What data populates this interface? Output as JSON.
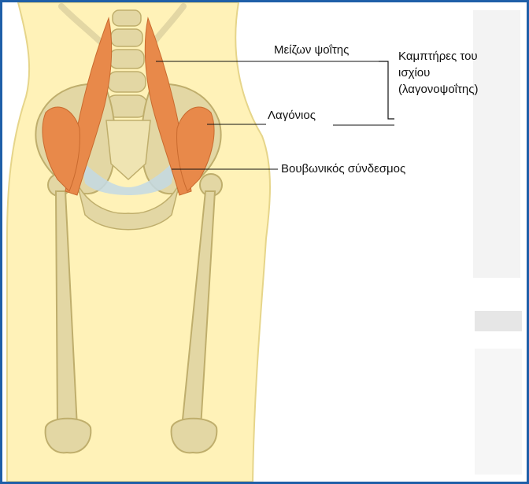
{
  "labels": {
    "psoas_major": "Μείζων ψοΐτης",
    "iliacus": "Λαγόνιος",
    "inguinal_ligament": "Βουβωνικός σύνδεσμος",
    "group_line1": "Καμπτήρες του",
    "group_line2": "ισχίου",
    "group_line3": "(λαγονοψοΐτης)"
  },
  "colors": {
    "frame": "#1f5fa8",
    "skin": "#fff2b8",
    "bone": "#e3d7a4",
    "muscle": "#e8894a",
    "ligament": "#c3d9e4"
  }
}
